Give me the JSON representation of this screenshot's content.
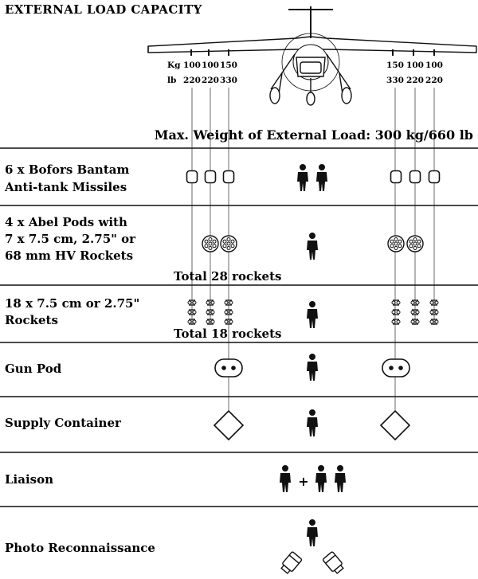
{
  "title": "EXTERNAL LOAD CAPACITY",
  "hardpoints": {
    "kg_label": "Kg",
    "lb_label": "lb",
    "left_kg": [
      "100",
      "100",
      "150"
    ],
    "left_lb": [
      "220",
      "220",
      "330"
    ],
    "right_kg": [
      "150",
      "100",
      "100"
    ],
    "right_lb": [
      "330",
      "220",
      "220"
    ]
  },
  "max_weight": "Max. Weight of External Load: 300 kg/660 lb",
  "rows": [
    {
      "lines": [
        "6 x Bofors Bantam",
        "Anti-tank Missiles"
      ],
      "crew": 2
    },
    {
      "lines": [
        "4 x Abel Pods with",
        "7 x 7.5 cm, 2.75\" or",
        "68 mm HV Rockets"
      ],
      "total": "Total 28 rockets",
      "crew": 1
    },
    {
      "lines": [
        "18 x 7.5 cm or 2.75\"",
        "Rockets"
      ],
      "total": "Total 18 rockets",
      "crew": 1
    },
    {
      "lines": [
        "Gun Pod"
      ],
      "crew": 1
    },
    {
      "lines": [
        "Supply Container"
      ],
      "crew": 1
    },
    {
      "lines": [
        "Liaison"
      ],
      "crew": "1+2",
      "plus": "+"
    },
    {
      "lines": [
        "Photo Reconnaissance"
      ],
      "crew": 1
    }
  ]
}
